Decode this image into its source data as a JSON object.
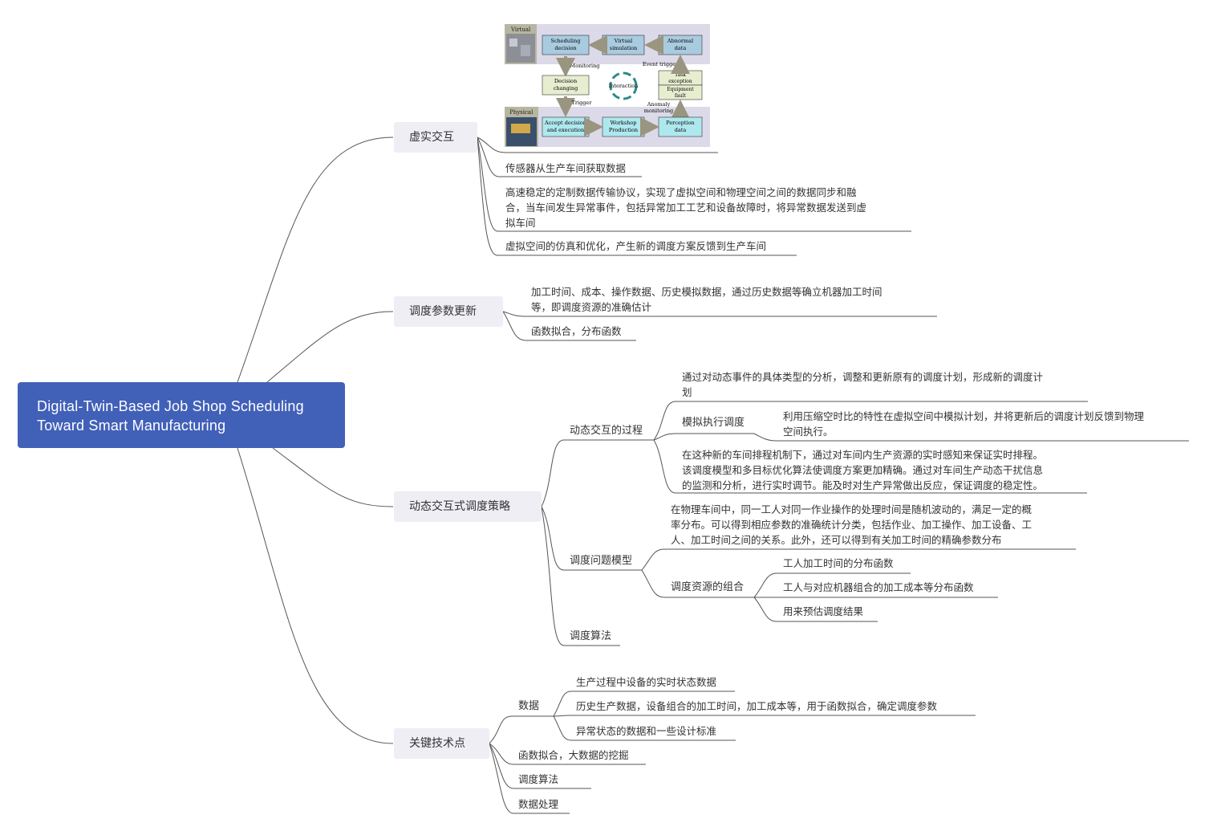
{
  "root": {
    "line1": "Digital-Twin-Based Job Shop Scheduling",
    "line2": "Toward Smart Manufacturing"
  },
  "topics": {
    "virtual_real": {
      "label": "虚实交互",
      "items": [
        "传感器从生产车间获取数据",
        "高速稳定的定制数据传输协议，实现了虚拟空间和物理空间之间的数据同步和融\n合，当车间发生异常事件，包括异常加工工艺和设备故障时，将异常数据发送到虚\n拟车间",
        "虚拟空间的仿真和优化，产生新的调度方案反馈到生产车间"
      ]
    },
    "param_update": {
      "label": "调度参数更新",
      "items": [
        "加工时间、成本、操作数据、历史模拟数据，通过历史数据等确立机器加工时间\n等，即调度资源的准确估计",
        "函数拟合，分布函数"
      ]
    },
    "dynamic": {
      "label": "动态交互式调度策略",
      "process": {
        "label": "动态交互的过程",
        "item1": "通过对动态事件的具体类型的分析，调整和更新原有的调度计划，形成新的调度计\n划",
        "sim_label": "模拟执行调度",
        "sim_detail": "利用压缩空时比的特性在虚拟空间中模拟计划，并将更新后的调度计划反馈到物理\n空间执行。",
        "item3": "在这种新的车间排程机制下，通过对车间内生产资源的实时感知来保证实时排程。\n该调度模型和多目标优化算法使调度方案更加精确。通过对车间生产动态干扰信息\n的监测和分析，进行实时调节。能及时对生产异常做出反应，保证调度的稳定性。"
      },
      "model": {
        "label": "调度问题模型",
        "detail": "在物理车间中，同一工人对同一作业操作的处理时间是随机波动的，满足一定的概\n率分布。可以得到相应参数的准确统计分类，包括作业、加工操作、加工设备、工\n人、加工时间之间的关系。此外，还可以得到有关加工时间的精确参数分布",
        "resource": {
          "label": "调度资源的组合",
          "items": [
            "工人加工时间的分布函数",
            "工人与对应机器组合的加工成本等分布函数",
            "用来预估调度结果"
          ]
        }
      },
      "algorithm": "调度算法"
    },
    "key_tech": {
      "label": "关键技术点",
      "data": {
        "label": "数据",
        "items": [
          "生产过程中设备的实时状态数据",
          "历史生产数据，设备组合的加工时间，加工成本等，用于函数拟合，确定调度参数",
          "异常状态的数据和一些设计标准"
        ]
      },
      "items": [
        "函数拟合，大数据的挖掘",
        "调度算法",
        "数据处理"
      ]
    }
  },
  "figure": {
    "virtual_label": "Virtual",
    "physical_label": "Physical",
    "sched_decision": [
      "Scheduling",
      "decision"
    ],
    "virtual_sim": [
      "Virtual",
      "simulation"
    ],
    "abnormal": [
      "Abnormal",
      "data"
    ],
    "monitoring": "Monitoring",
    "event_trigger": "Event trigger",
    "decision_changing": [
      "Decision",
      "changing"
    ],
    "interaction": "Interaction",
    "task_exception": [
      "Task",
      "exception"
    ],
    "equipment_fault": [
      "Equipment",
      "fault"
    ],
    "trigger": "Trigger",
    "anomaly_monitoring": [
      "Anomaly",
      "monitoring"
    ],
    "accept": [
      "Accept decision",
      "and execution"
    ],
    "workshop": [
      "Workshop",
      "Production"
    ],
    "perception": [
      "Perception",
      "data"
    ]
  },
  "colors": {
    "root": "#4160b8",
    "topic_bg": "#eeeef4",
    "line": "#555555"
  }
}
